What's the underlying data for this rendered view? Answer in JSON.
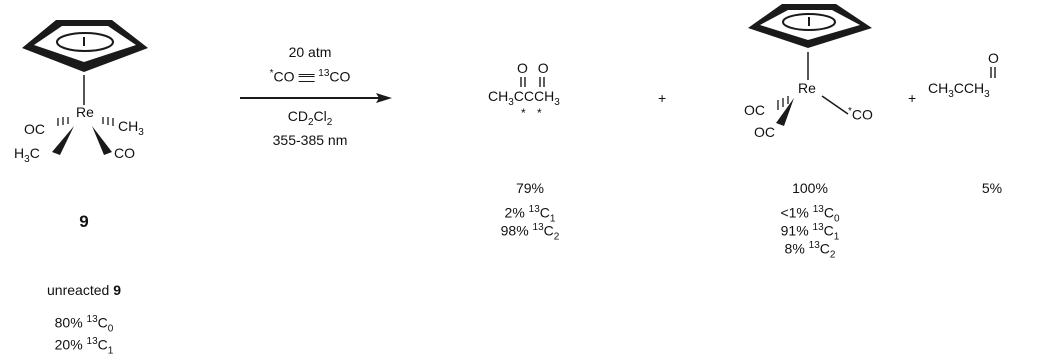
{
  "reactant": {
    "metal": "Re",
    "ligand_oc_left": "OC",
    "ligand_ch3_right": "CH",
    "ligand_ch3_right_sub": "3",
    "ligand_h3c_left": "H",
    "ligand_h3c_left_sub": "3",
    "ligand_h3c_left_c": "C",
    "ligand_co_right": "CO",
    "compound_number": "9"
  },
  "conditions": {
    "pressure": "20 atm",
    "co_label_a": "CO",
    "co_label_b_sup": "13",
    "co_label_b": "CO",
    "solvent_a": "CD",
    "solvent_sub1": "2",
    "solvent_b": "Cl",
    "solvent_sub2": "2",
    "wavelength": "355-385 nm"
  },
  "product1": {
    "o_top": "O O",
    "formula_a": "CH",
    "formula_sub1": "3",
    "formula_b": "CCCH",
    "formula_sub2": "3",
    "stars": "* *",
    "yield": "79%",
    "iso1_pct": "2%",
    "iso1_sup": "13",
    "iso1_c": "C",
    "iso1_sub": "1",
    "iso2_pct": "98%",
    "iso2_sup": "13",
    "iso2_c": "C",
    "iso2_sub": "2"
  },
  "plus1": "+",
  "product2": {
    "metal": "Re",
    "oc_left": "OC",
    "oc_bottom": "OC",
    "co_right": "CO",
    "yield": "100%",
    "iso1_pct": "<1%",
    "iso1_sup": "13",
    "iso1_c": "C",
    "iso1_sub": "0",
    "iso2_pct": "91%",
    "iso2_sup": "13",
    "iso2_c": "C",
    "iso2_sub": "1",
    "iso3_pct": "8%",
    "iso3_sup": "13",
    "iso3_c": "C",
    "iso3_sub": "2"
  },
  "plus2": "+",
  "product3": {
    "o_top": "O",
    "formula_a": "CH",
    "formula_sub1": "3",
    "formula_b": "CCH",
    "formula_sub2": "3",
    "yield": "5%"
  },
  "unreacted": {
    "label": "unreacted ",
    "label_num": "9",
    "iso1_pct": "80%",
    "iso1_sup": "13",
    "iso1_c": "C",
    "iso1_sub": "0",
    "iso2_pct": "20%",
    "iso2_sup": "13",
    "iso2_c": "C",
    "iso2_sub": "1"
  }
}
